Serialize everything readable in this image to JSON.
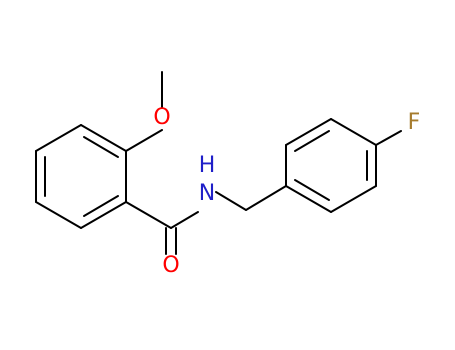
{
  "molecule": {
    "atoms": {
      "oxygen_methoxy": "O",
      "nitrogen_amide": "N",
      "hydrogen_amide": "H",
      "oxygen_carbonyl": "O",
      "fluorine": "F"
    },
    "colors": {
      "bond": "#000000",
      "oxygen": "#ff0000",
      "nitrogen": "#1f1fc8",
      "fluorine": "#a67c2e"
    }
  }
}
